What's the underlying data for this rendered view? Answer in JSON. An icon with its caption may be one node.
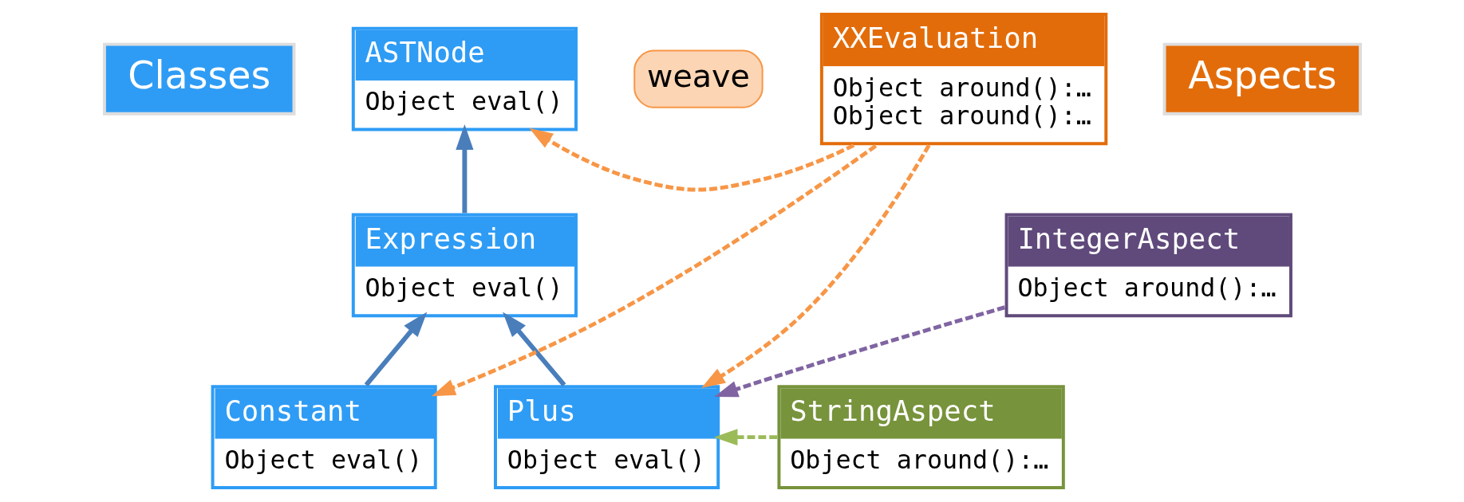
{
  "diagram": {
    "nodes": [
      {
        "text": [
          "Classes"
        ]
      },
      {
        "text": [
          "ASTNode",
          "Object eval()"
        ]
      },
      {
        "text": [
          "Expression",
          "Object eval()"
        ]
      },
      {
        "text": [
          "Constant",
          "Object eval()"
        ]
      },
      {
        "text": [
          "Plus",
          "Object eval()"
        ]
      },
      {
        "text": [
          "weave"
        ]
      },
      {
        "text": [
          "Aspects"
        ]
      },
      {
        "text": [
          "XXEvaluation",
          "Object around():…",
          "Object around():…"
        ]
      },
      {
        "text": [
          "IntegerAspect",
          "Object around():…"
        ]
      },
      {
        "text": [
          "StringAspect",
          "Object around():…"
        ]
      }
    ],
    "edges": [
      {
        "from": 2,
        "to": 1,
        "arrow": "to"
      },
      {
        "from": 3,
        "to": 2,
        "arrow": "to"
      },
      {
        "from": 4,
        "to": 2,
        "arrow": "to"
      },
      {
        "from": 7,
        "to": 1,
        "arrow": "to",
        "style": "dashed",
        "color": "#f79646"
      },
      {
        "from": 7,
        "to": 3,
        "arrow": "to",
        "style": "dashed",
        "color": "#f79646"
      },
      {
        "from": 7,
        "to": 4,
        "arrow": "to",
        "style": "dashed",
        "color": "#f79646"
      },
      {
        "from": 8,
        "to": 4,
        "arrow": "to",
        "style": "dashed",
        "color": "#8064a2"
      },
      {
        "from": 9,
        "to": 4,
        "arrow": "to",
        "style": "dashed",
        "color": "#9bbb59"
      }
    ]
  }
}
